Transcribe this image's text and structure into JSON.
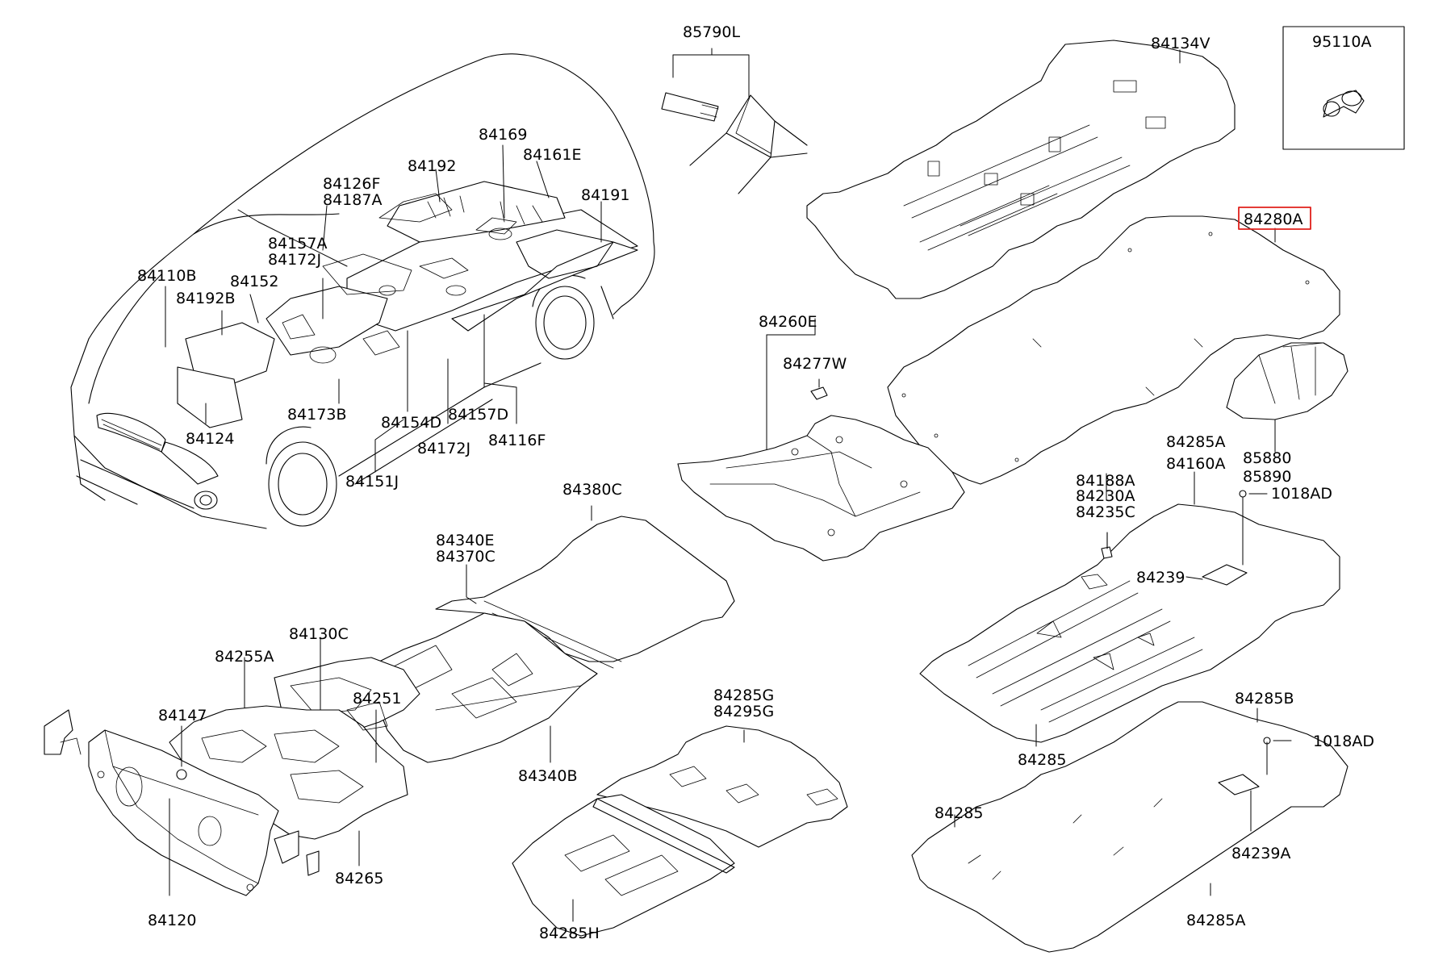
{
  "labels": {
    "p85790L": "85790L",
    "p84134V": "84134V",
    "p95110A": "95110A",
    "p84169": "84169",
    "p84161E": "84161E",
    "p84192": "84192",
    "p84191": "84191",
    "p84126F": "84126F",
    "p84187A": "84187A",
    "p84157A": "84157A",
    "p84172J_top": "84172J",
    "p84110B": "84110B",
    "p84152": "84152",
    "p84192B": "84192B",
    "p84173B": "84173B",
    "p84154D": "84154D",
    "p84157D": "84157D",
    "p84124": "84124",
    "p84172J_bottom": "84172J",
    "p84116F": "84116F",
    "p84151J": "84151J",
    "p84280A": "84280A",
    "p84260E": "84260E",
    "p84277W": "84277W",
    "p85880": "85880",
    "p85890": "85890",
    "p84285A_top": "84285A",
    "p84160A": "84160A",
    "p1018AD_top": "1018AD",
    "p84188A": "84188A",
    "p84230A": "84230A",
    "p84235C": "84235C",
    "p84239": "84239",
    "p84380C": "84380C",
    "p84340E": "84340E",
    "p84370C": "84370C",
    "p84130C": "84130C",
    "p84255A": "84255A",
    "p84147": "84147",
    "p84251": "84251",
    "p84340B": "84340B",
    "p84285_mid": "84285",
    "p84285B": "84285B",
    "p1018AD_bottom": "1018AD",
    "p84285G": "84285G",
    "p84295G": "84295G",
    "p84285_bottom": "84285",
    "p84239A": "84239A",
    "p84265": "84265",
    "p84120": "84120",
    "p84285H": "84285H",
    "p84285A_bottom": "84285A"
  },
  "highlight": {
    "part": "84280A",
    "color": "#e0201b"
  }
}
